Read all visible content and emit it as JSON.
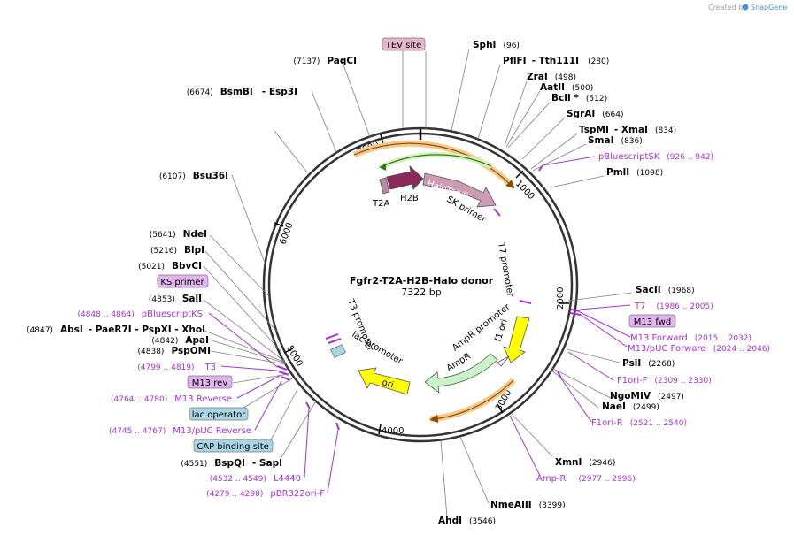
{
  "credit": {
    "prefix": "Created by",
    "brand": "SnapGene"
  },
  "title": "Fgfr2-T2A-H2B-Halo donor",
  "size": "7322 bp",
  "ring_ticks": [
    "1000",
    "2000",
    "3000",
    "4000",
    "5000",
    "6000",
    "7000"
  ],
  "sites": [
    {
      "name": "SphI",
      "pos": "(96)"
    },
    {
      "name": "PflFI",
      "dash": "- Tth111I",
      "pos": "(280)"
    },
    {
      "name": "ZraI",
      "pos": "(498)"
    },
    {
      "name": "AatII",
      "pos": "(500)"
    },
    {
      "name": "BclI *",
      "pos": "(512)"
    },
    {
      "name": "SgrAI",
      "pos": "(664)"
    },
    {
      "name": "TspMI",
      "dash": "- XmaI",
      "pos": "(834)"
    },
    {
      "name": "SmaI",
      "pos": "(836)"
    },
    {
      "name": "PmlI",
      "pos": "(1098)"
    },
    {
      "name": "SacII",
      "pos": "(1968)"
    },
    {
      "name": "PsiI",
      "pos": "(2268)"
    },
    {
      "name": "NgoMIV",
      "pos": "(2497)"
    },
    {
      "name": "NaeI",
      "pos": "(2499)"
    },
    {
      "name": "XmnI",
      "pos": "(2946)"
    },
    {
      "name": "NmeAIII",
      "pos": "(3399)"
    },
    {
      "name": "AhdI",
      "pos": "(3546)"
    },
    {
      "name": "BspQI",
      "dash": "- SapI",
      "pos": "(4551)"
    },
    {
      "name": "PspOMI",
      "pos": "(4838)"
    },
    {
      "name": "ApaI",
      "pos": "(4842)"
    },
    {
      "name": "AbsI",
      "dash": "- PaeR7I   - PspXI   - XhoI",
      "pos": "(4847)"
    },
    {
      "name": "SalI",
      "pos": "(4853)"
    },
    {
      "name": "BbvCI",
      "pos": "(5021)"
    },
    {
      "name": "BlpI",
      "pos": "(5216)"
    },
    {
      "name": "NdeI",
      "pos": "(5641)"
    },
    {
      "name": "Bsu36I",
      "pos": "(6107)"
    },
    {
      "name": "BsmBI",
      "dash": "- Esp3I",
      "pos": "(6674)"
    },
    {
      "name": "PaqCI",
      "pos": "(7137)"
    }
  ],
  "primer_sites": [
    {
      "name": "pBluescriptSK",
      "pos": "(926 .. 942)"
    },
    {
      "name": "T7",
      "pos": "(1986 .. 2005)"
    },
    {
      "name": "M13 Forward",
      "pos": "(2015 .. 2032)"
    },
    {
      "name": "M13/pUC Forward",
      "pos": "(2024 .. 2046)"
    },
    {
      "name": "F1ori-F",
      "pos": "(2309 .. 2330)"
    },
    {
      "name": "F1ori-R",
      "pos": "(2521 .. 2540)"
    },
    {
      "name": "Amp-R",
      "pos": "(2977 .. 2996)"
    },
    {
      "name": "L4440",
      "pos": "(4532 .. 4549)"
    },
    {
      "name": "pBR322ori-F",
      "pos": "(4279 .. 4298)"
    },
    {
      "name": "M13/pUC Reverse",
      "pos": "(4745 .. 4767)"
    },
    {
      "name": "M13 Reverse",
      "pos": "(4764 .. 4780)"
    },
    {
      "name": "T3",
      "pos": "(4799 .. 4819)"
    },
    {
      "name": "pBluescriptKS",
      "pos": "(4848 .. 4864)"
    }
  ],
  "boxed_features": [
    {
      "name": "TEV site",
      "color": "#e4b8cc"
    },
    {
      "name": "M13 fwd",
      "color": "#e2b4f0"
    },
    {
      "name": "KS primer",
      "color": "#e2b4f0"
    },
    {
      "name": "M13 rev",
      "color": "#e2b4f0"
    },
    {
      "name": "lac operator",
      "color": "#a9d6e4"
    },
    {
      "name": "CAP binding site",
      "color": "#a9d6e4"
    }
  ],
  "inner_features": {
    "t2a": "T2A",
    "h2b": "H2B",
    "halotag": "HaloTag®",
    "sk_primer": "SK primer",
    "t7_promoter": "T7 promoter",
    "f1_ori": "f1 ori",
    "ampr_promoter": "AmpR promoter",
    "ampr": "AmpR",
    "ori": "ori",
    "lac_promoter": "lac promoter",
    "t3_promoter": "T3 promoter"
  },
  "colors": {
    "t2a": "#b98aa6",
    "h2b": "#8b2a5a",
    "halotag": "#cf9ab4",
    "ampr": "#c8f4c8",
    "f1_ori": "#ffff00",
    "ori": "#ffff00",
    "primer_purple": "#a433d6",
    "orange_band": "#f5c98a",
    "brand": "#4a90d9"
  }
}
